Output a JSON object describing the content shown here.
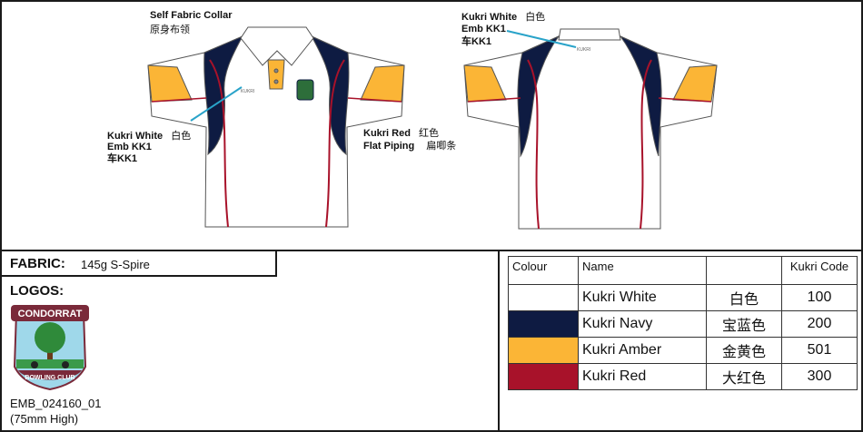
{
  "annotations": {
    "collar": "Self Fabric Collar",
    "collar_cn": "原身布领",
    "front_emb_line1": "Kukri White",
    "front_emb_line1_cn": "白色",
    "front_emb_line2": "Emb KK1",
    "front_emb_line3": "车KK1",
    "back_emb_line1": "Kukri White",
    "back_emb_line1_cn": "白色",
    "back_emb_line2": "Emb KK1",
    "back_emb_line3": "车KK1",
    "piping_line1": "Kukri Red",
    "piping_line1_cn": "红色",
    "piping_line2": "Flat Piping",
    "piping_line2_cn": "扁唧条"
  },
  "fabric": {
    "label": "FABRIC:",
    "value": "145g S-Spire"
  },
  "logos": {
    "label": "LOGOS:",
    "badge_top": "CONDORRAT",
    "badge_bottom": "BOWLING CLUB",
    "code": "EMB_024160_01",
    "size": "(75mm High)"
  },
  "colours": {
    "headers": [
      "Colour",
      "Name",
      "",
      "Kukri Code"
    ],
    "rows": [
      {
        "swatch": "#ffffff",
        "name": "Kukri White",
        "name_cn": "白色",
        "code": "100"
      },
      {
        "swatch": "#0e1b42",
        "name": "Kukri Navy",
        "name_cn": "宝蓝色",
        "code": "200"
      },
      {
        "swatch": "#fbb536",
        "name": "Kukri Amber",
        "name_cn": "金黄色",
        "code": "501"
      },
      {
        "swatch": "#a8122a",
        "name": "Kukri Red",
        "name_cn": "大红色",
        "code": "300"
      }
    ]
  },
  "colors": {
    "navy": "#0e1b42",
    "amber": "#fbb536",
    "red": "#a8122a",
    "leader": "#29a3c9"
  }
}
